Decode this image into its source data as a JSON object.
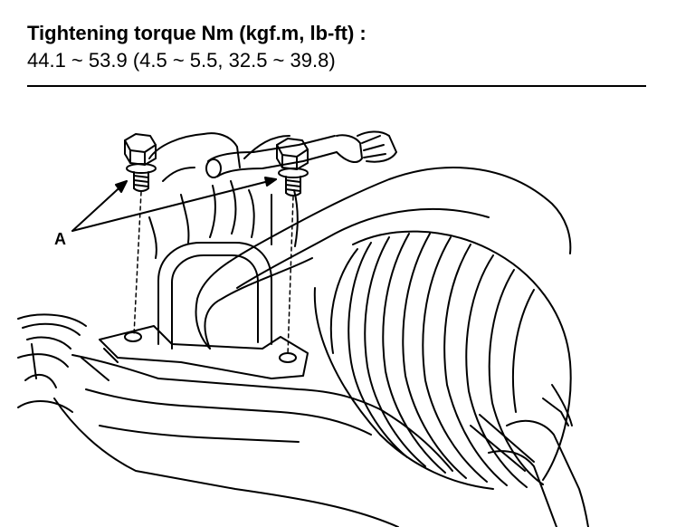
{
  "spec": {
    "title": "Tightening torque Nm (kgf.m, lb-ft) :",
    "values": "44.1 ~ 53.9 (4.5 ~ 5.5, 32.5 ~ 39.8)"
  },
  "diagram": {
    "callout_label": "A"
  },
  "colors": {
    "ink": "#000000",
    "paper": "#ffffff"
  }
}
